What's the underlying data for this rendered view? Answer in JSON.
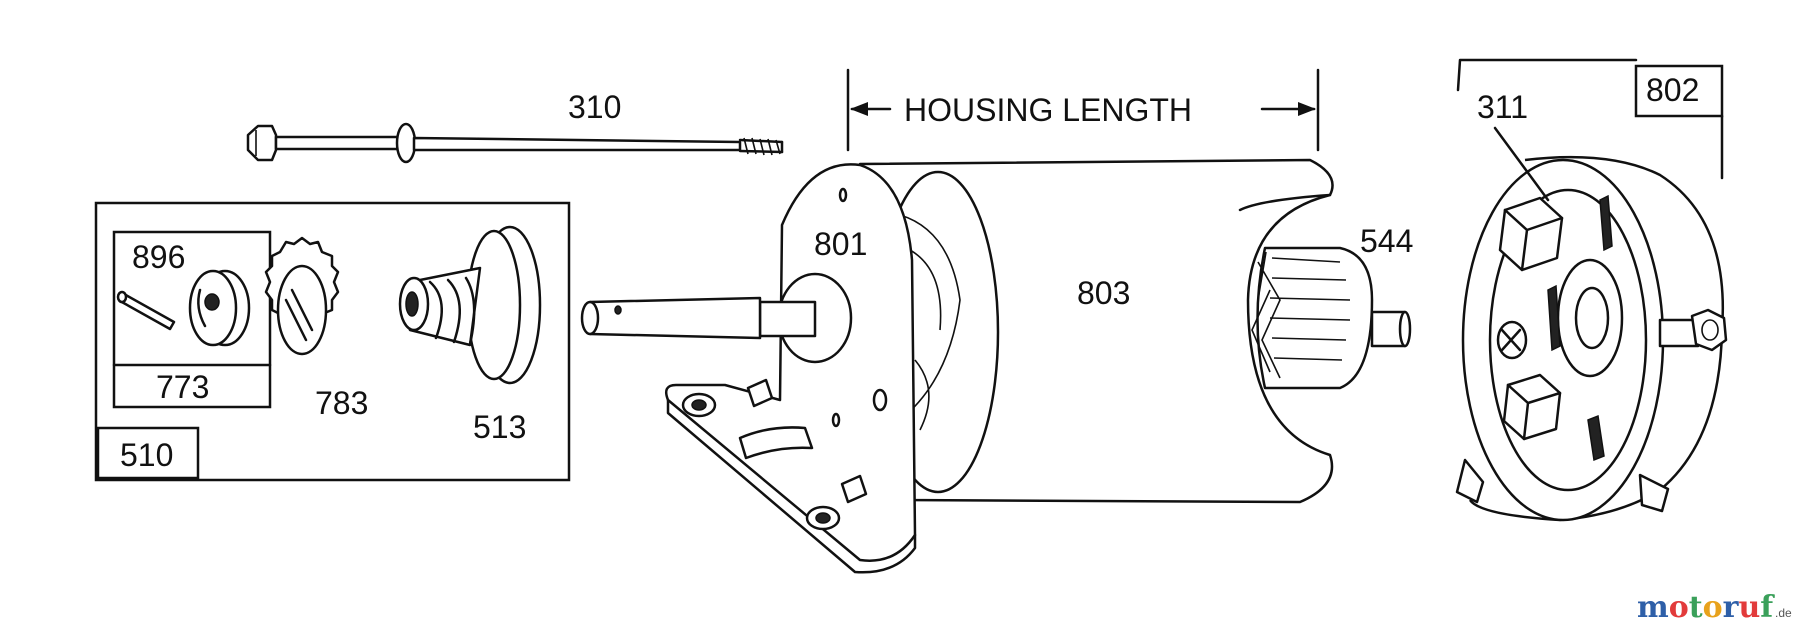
{
  "diagram": {
    "housing_label": "HOUSING LENGTH",
    "parts": {
      "p310": "310",
      "p311": "311",
      "p510": "510",
      "p513": "513",
      "p544": "544",
      "p773": "773",
      "p783": "783",
      "p801": "801",
      "p802": "802",
      "p803": "803",
      "p896": "896"
    },
    "watermark": {
      "brand": "motoruf",
      "suffix": ".de",
      "colors": {
        "m": "#2e5fa8",
        "o": "#e23b3b",
        "t": "#3aa05a",
        "o2": "#e8a21c",
        "r": "#2e5fa8",
        "u": "#e23b3b",
        "f": "#3aa05a"
      }
    }
  }
}
